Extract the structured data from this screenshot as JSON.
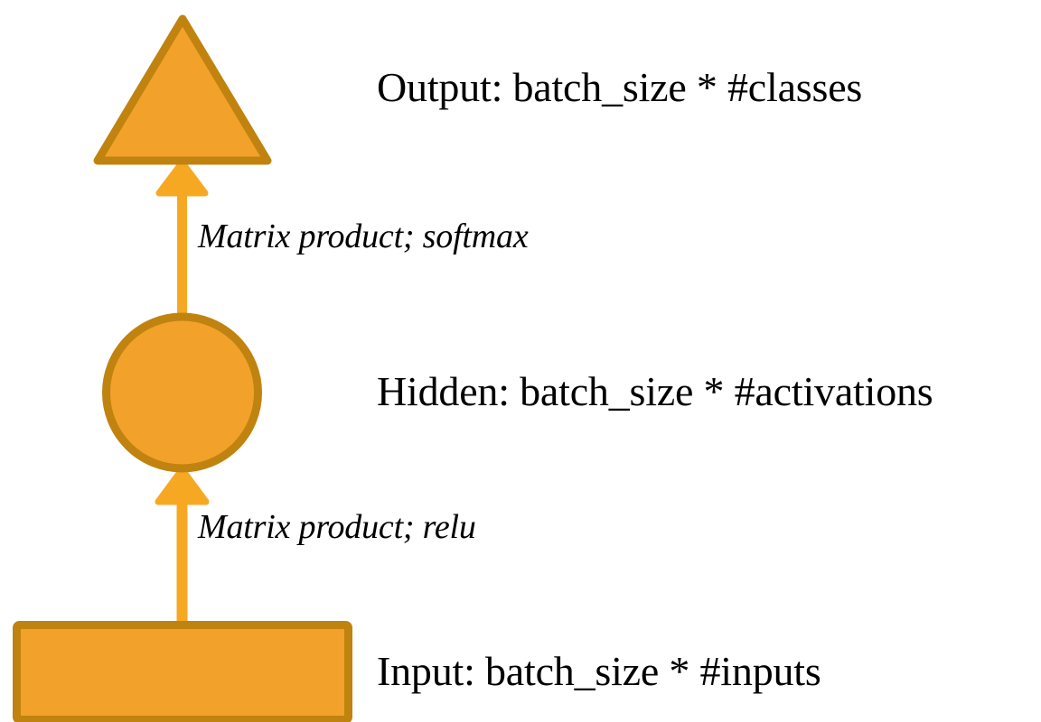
{
  "diagram": {
    "title": "Neural network layer diagram",
    "colors": {
      "shape_fill": "#F2A22B",
      "shape_stroke": "#C0830F",
      "arrow": "#F7A823",
      "text": "#000000",
      "background": "#FFFFFF"
    },
    "nodes": [
      {
        "id": "output",
        "shape": "triangle",
        "icon_name": "triangle-shape",
        "label": "Output: batch_size * #classes"
      },
      {
        "id": "hidden",
        "shape": "circle",
        "icon_name": "circle-shape",
        "label": "Hidden: batch_size * #activations"
      },
      {
        "id": "input",
        "shape": "rectangle",
        "icon_name": "rectangle-shape",
        "label": "Input: batch_size * #inputs"
      }
    ],
    "edges": [
      {
        "id": "hidden-to-output",
        "from": "hidden",
        "to": "output",
        "direction": "up",
        "label": "Matrix product; softmax"
      },
      {
        "id": "input-to-hidden",
        "from": "input",
        "to": "hidden",
        "direction": "up",
        "label": "Matrix product; relu"
      }
    ]
  }
}
